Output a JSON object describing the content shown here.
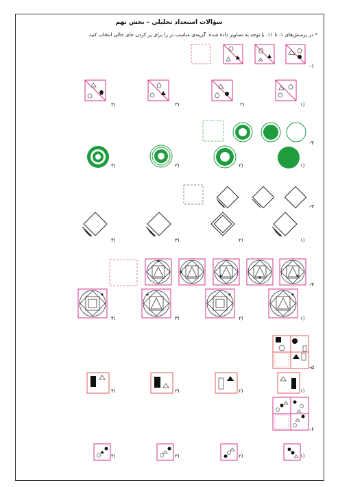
{
  "title": "سؤالات استعداد تحلیلی – بخش نهم",
  "instruction": "* در پرسش‌های ۱، تا ۱۱، با توجه به تصاویر داده شده. گزینه‌ی مناسب تر را برای پر کردن جای خالی انتخاب کنید.",
  "questions": [
    {
      "number": "-۱"
    },
    {
      "number": "-۲"
    },
    {
      "number": "-۳"
    },
    {
      "number": "-۴"
    },
    {
      "number": "-۵"
    },
    {
      "number": "-۶"
    }
  ],
  "options": [
    "۱)",
    "۲)",
    "۳)",
    "۴)"
  ],
  "colors": {
    "magenta": "#d63384",
    "green": "#1e9c3e",
    "red": "#e05a5a",
    "gray": "#888888",
    "black": "#111111"
  }
}
